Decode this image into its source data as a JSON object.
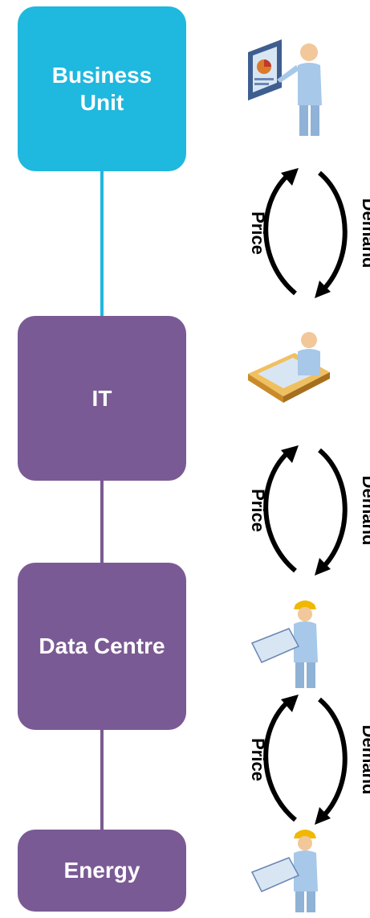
{
  "colors": {
    "business_unit": "#1fb8de",
    "it": "#7a5a94",
    "data_centre": "#7a5a94",
    "energy": "#7a5a94",
    "connector_business": "#1fb8de",
    "connector_purple": "#7a5a94",
    "arrow": "#000000",
    "figure_body": "#a7c8e8",
    "figure_skin": "#f2c79a",
    "helmet": "#f0b800"
  },
  "boxes": [
    {
      "label": "Business\nUnit"
    },
    {
      "label": "IT"
    },
    {
      "label": "Data Centre"
    },
    {
      "label": "Energy"
    }
  ],
  "cycles": [
    {
      "price_label": "Price",
      "demand_label": "Demand"
    },
    {
      "price_label": "Price",
      "demand_label": "Demand"
    },
    {
      "price_label": "Price",
      "demand_label": "Demand"
    }
  ],
  "figures": [
    {
      "icon": "presenter-icon"
    },
    {
      "icon": "desk-worker-icon"
    },
    {
      "icon": "engineer-blueprint-icon"
    },
    {
      "icon": "engineer-blueprint-icon"
    }
  ]
}
